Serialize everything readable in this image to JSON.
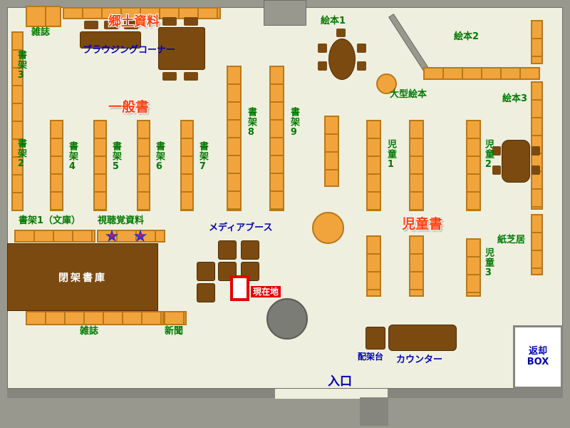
{
  "colors": {
    "floor": "#EFEFE0",
    "wall": "#98988F",
    "shelf": "#F2A43C",
    "shelf-border": "#B97817",
    "table": "#7B4A10",
    "green-label": "#007A00",
    "red-label": "#FF4010",
    "blue-label": "#0000B8",
    "badge-red": "#E60000",
    "pillar": "#7C7C76"
  },
  "icons": {
    "star": "★"
  },
  "sections": {
    "kyodo_shiryo": "郷土資料",
    "ippansho": "一般書",
    "jidosho": "児童書"
  },
  "shelf_labels": {
    "zasshi_top": "雑誌",
    "shoka3": "書架3",
    "shoka2": "書架2",
    "shoka4": "書架4",
    "shoka5": "書架5",
    "shoka6": "書架6",
    "shoka7": "書架7",
    "shoka8": "書架8",
    "shoka9": "書架9",
    "ehon1": "絵本1",
    "ehon2": "絵本2",
    "ehon3": "絵本3",
    "ogata_ehon": "大型絵本",
    "jido1": "児童1",
    "jido2": "児童2",
    "jido3": "児童3",
    "kamishibai": "紙芝居",
    "shoka1_bunko": "書架1（文庫）",
    "shichokaku_shiryo": "視聴覚資料",
    "zasshi_bottom": "雑誌",
    "shinbun": "新聞"
  },
  "areas": {
    "browsing_corner": "ブラウジングコーナー",
    "media_booth": "メディアブース",
    "heika_shoko": "閉架書庫",
    "haikadai": "配架台",
    "counter": "カウンター",
    "iriguchi": "入口",
    "henkyaku_box": "返却\nBOX"
  },
  "markers": {
    "genzaichi": "現在地"
  }
}
